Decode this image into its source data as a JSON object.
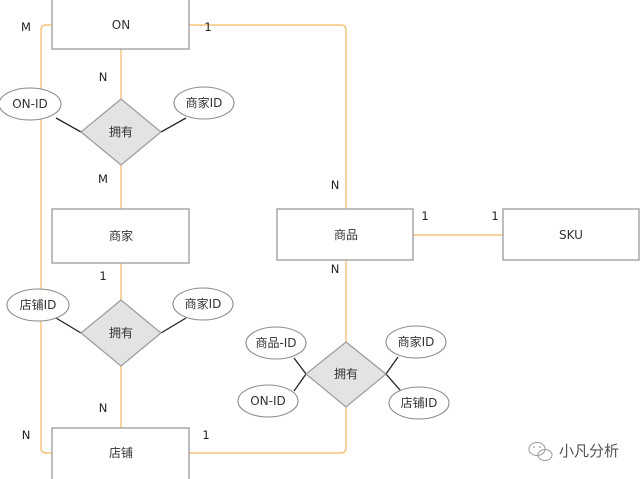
{
  "diagram": {
    "type": "ER diagram",
    "entities": {
      "on": "ON",
      "merchant": "商家",
      "product": "商品",
      "sku": "SKU",
      "store": "店铺"
    },
    "relationships": {
      "r1": "拥有",
      "r2": "拥有",
      "r3": "拥有"
    },
    "attributes": {
      "r1_left": "ON-ID",
      "r1_right": "商家ID",
      "r2_left": "店铺ID",
      "r2_right": "商家ID",
      "r3_top_left": "商品-ID",
      "r3_bottom_left": "ON-ID",
      "r3_top_right": "商家ID",
      "r3_bottom_right": "店铺ID"
    },
    "cardinalities": {
      "on_left_M": "M",
      "on_right_1": "1",
      "r1_top_N": "N",
      "r1_bottom_M": "M",
      "r2_top_1": "1",
      "r2_bottom_N": "N",
      "store_left_N": "N",
      "store_right_1": "1",
      "product_top_N": "N",
      "product_bottom_N": "N",
      "product_right_1": "1",
      "sku_left_1": "1"
    },
    "colors": {
      "connector": "#f5c27a",
      "attribute_link": "#222222",
      "relationship_fill": "#e3e3e3",
      "border": "#9a9a9a"
    }
  },
  "watermark": {
    "icon": "wechat-logo-icon",
    "text": "小凡分析"
  }
}
